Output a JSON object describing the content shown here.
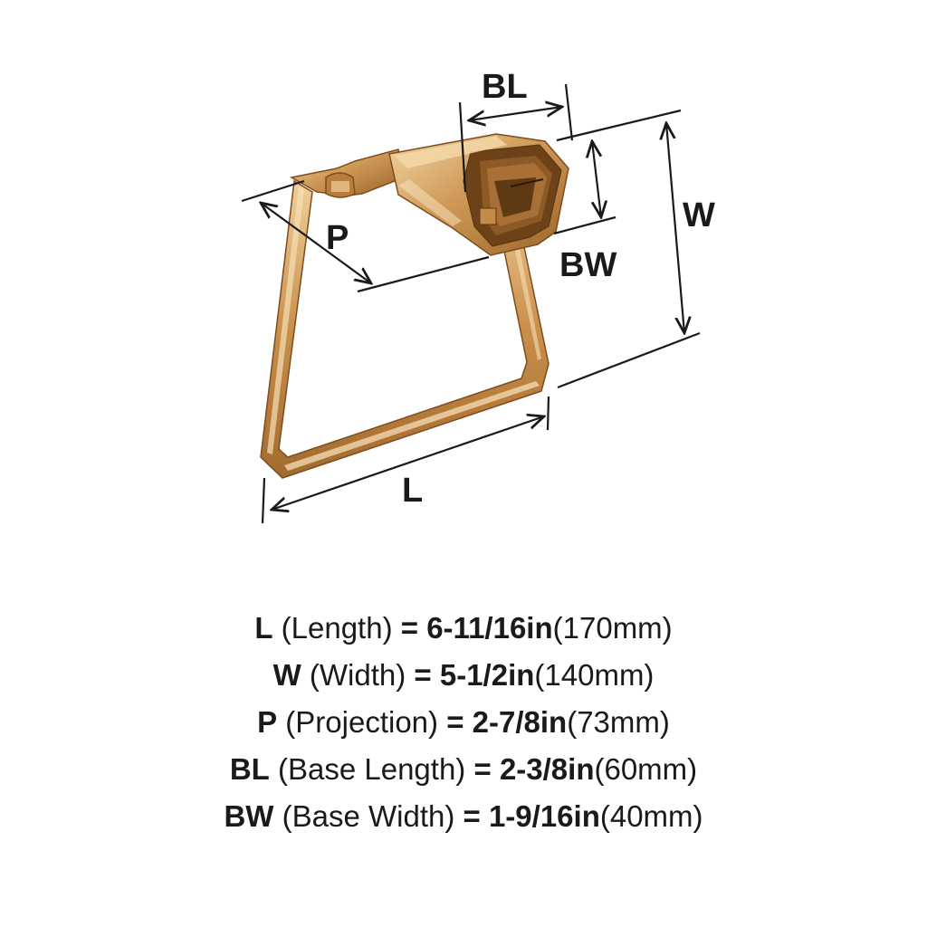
{
  "diagram": {
    "labels": {
      "bl": "BL",
      "p": "P",
      "w": "W",
      "bw": "BW",
      "l": "L"
    },
    "colors": {
      "metal_light": "#eccb98",
      "metal_mid": "#c9924f",
      "metal_dark": "#8a5724",
      "lines": "#1a1a1a"
    }
  },
  "specs": [
    {
      "abbr": "L",
      "desc": "(Length)",
      "eq": "=",
      "imperial": "6-11/16in",
      "metric": "(170mm)"
    },
    {
      "abbr": "W",
      "desc": "(Width)",
      "eq": "=",
      "imperial": "5-1/2in",
      "metric": "(140mm)"
    },
    {
      "abbr": "P",
      "desc": "(Projection)",
      "eq": "=",
      "imperial": "2-7/8in",
      "metric": "(73mm)"
    },
    {
      "abbr": "BL",
      "desc": "(Base Length)",
      "eq": "=",
      "imperial": "2-3/8in",
      "metric": "(60mm)"
    },
    {
      "abbr": "BW",
      "desc": "(Base Width)",
      "eq": "=",
      "imperial": "1-9/16in",
      "metric": "(40mm)"
    }
  ]
}
